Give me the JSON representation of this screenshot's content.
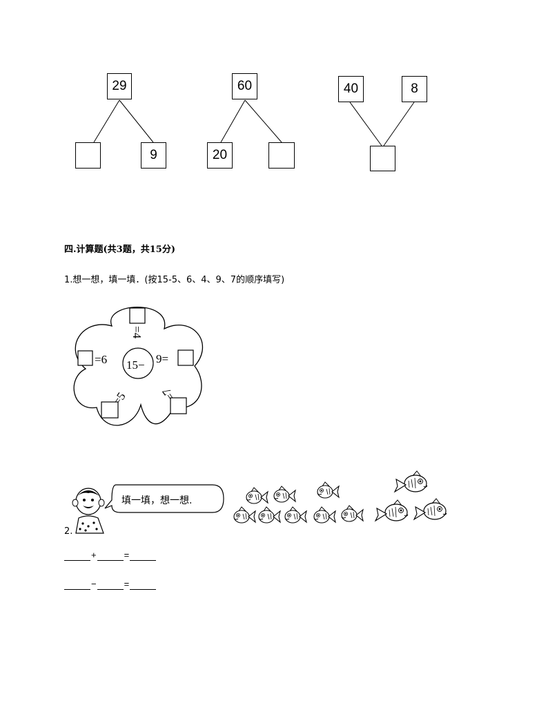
{
  "trees": {
    "tree1": {
      "top": "29",
      "left": "",
      "right": "9"
    },
    "tree2": {
      "top": "60",
      "left": "20",
      "right": ""
    },
    "tree3": {
      "top_left": "40",
      "top_right": "8",
      "bottom": ""
    }
  },
  "section4": {
    "title": "四.计算题(共3题，共15分)"
  },
  "question1": {
    "text": "1.想一想，填一填．(按15-5、6、4、9、7的顺序填写)",
    "flower": {
      "center": "15−",
      "petal_top": "=4",
      "petal_left": "=6",
      "petal_right": "9=",
      "petal_bottom_left": "=5",
      "petal_bottom_right": "=7"
    }
  },
  "question2": {
    "number": "2.",
    "speech": "填一填，想一想.",
    "eq1": {
      "op": "+",
      "eq": "="
    },
    "eq2": {
      "op": "−",
      "eq": "="
    }
  }
}
